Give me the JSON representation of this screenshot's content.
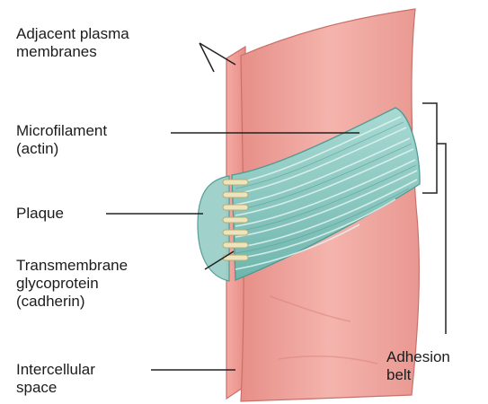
{
  "labels": {
    "adjacent_membranes": [
      "Adjacent plasma",
      "membranes"
    ],
    "microfilament": [
      "Microfilament",
      "(actin)"
    ],
    "plaque": [
      "Plaque"
    ],
    "transmembrane": [
      "Transmembrane",
      "glycoprotein",
      "(cadherin)"
    ],
    "intercellular": [
      "Intercellular",
      "space"
    ],
    "adhesion_belt": [
      "Adhesion",
      "belt"
    ]
  },
  "colors": {
    "membrane_fill": "#ef9e98",
    "membrane_light": "#f6c2bc",
    "membrane_edge": "#c9706a",
    "actin_fill": "#8ecbc4",
    "actin_stripe": "#d6f0ec",
    "actin_edge": "#4f9a92",
    "cadherin": "#e8e0b6",
    "leader_line": "#222222"
  }
}
